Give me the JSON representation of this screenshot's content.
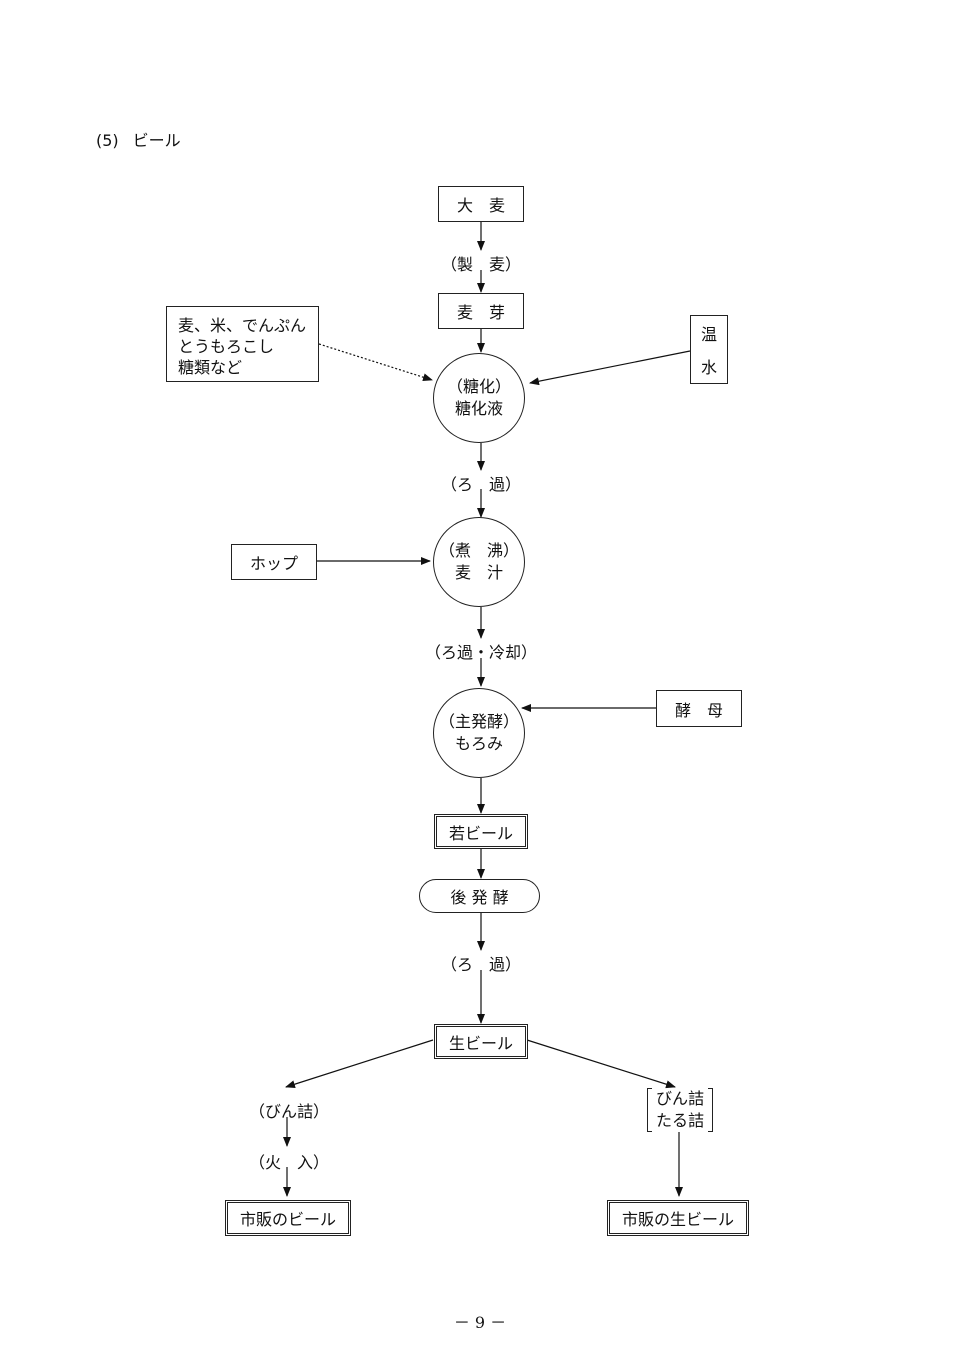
{
  "heading": {
    "number": "(5)",
    "title": "ビール"
  },
  "nodes": {
    "barley": "大　麦",
    "malting": "（製　麦）",
    "malt": "麦　芽",
    "adjuncts": [
      "麦、米、でんぷん",
      "とうもろこし",
      "糖類など"
    ],
    "hot_water": [
      "温",
      "水"
    ],
    "saccharify_step": "（糖化）",
    "saccharified": "糖化液",
    "filter1": "（ろ　過）",
    "hops": "ホップ",
    "boil_step": "（煮　沸）",
    "wort": "麦　汁",
    "filter_cool": "（ろ過・冷却）",
    "yeast": "酵　母",
    "main_ferment_step": "（主発酵）",
    "moromi": "もろみ",
    "young_beer": "若ビール",
    "secondary_ferment": "後 発 酵",
    "filter2": "（ろ　過）",
    "draft_beer": "生ビール",
    "bottling": "（びん詰）",
    "pasteurize": "（火　入）",
    "commercial_beer": "市販のビール",
    "bottle_keg": [
      "びん詰",
      "たる詰"
    ],
    "commercial_draft": "市販の生ビール"
  },
  "page_number": "－ 9 －"
}
